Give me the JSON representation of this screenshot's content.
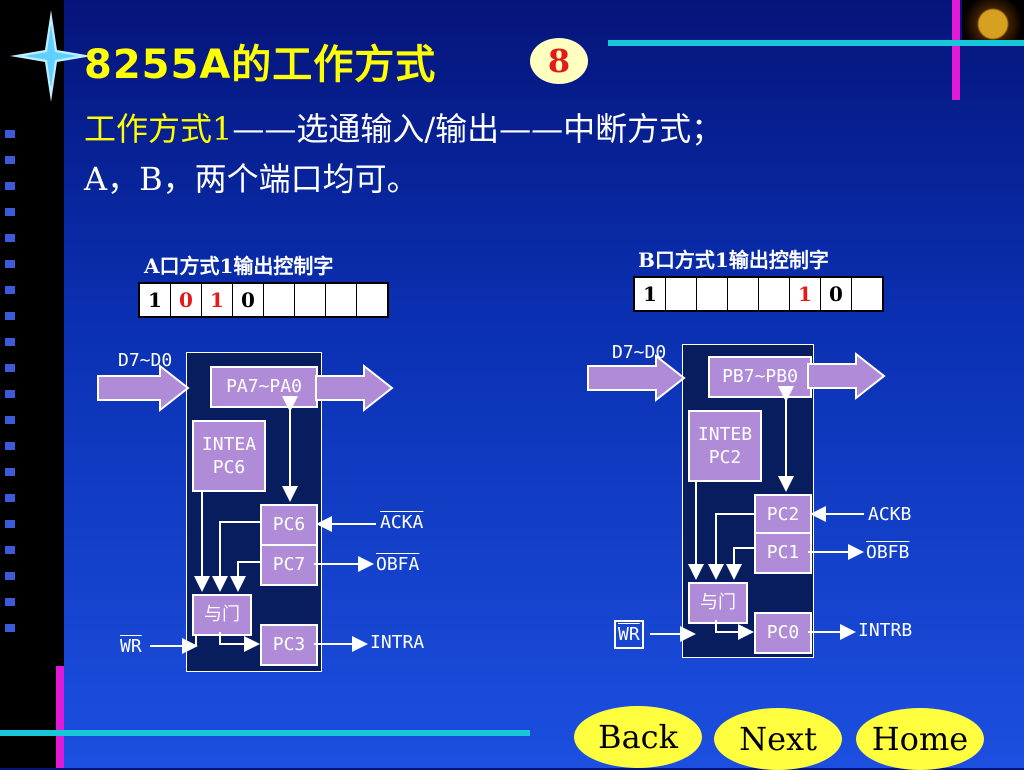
{
  "header": {
    "title": "8255A的工作方式",
    "badge": "8",
    "subtitle_yellow": "工作方式1",
    "subtitle_rest": "——选通输入/输出——中断方式；",
    "line2": "A，B，两个端口均可。"
  },
  "port_a": {
    "cw_label": "A口方式1输出控制字",
    "cw_bits": [
      "1",
      "0",
      "1",
      "0",
      "",
      "",
      "",
      "",
      ""
    ],
    "data_bus": "D7~D0",
    "pa_block": "PA7~PA0",
    "inte_line1": "INTEA",
    "inte_line2": "PC6",
    "pc6": "PC6",
    "pc7": "PC7",
    "and_gate": "与门",
    "pc3": "PC3",
    "ack": "ACKA",
    "obf": "OBFA",
    "intr": "INTRA",
    "wr": "WR"
  },
  "port_b": {
    "cw_label": "B口方式1输出控制字",
    "cw_bits": [
      "1",
      "",
      "",
      "",
      "",
      "1",
      "0",
      "",
      ""
    ],
    "data_bus": "D7~D0",
    "pb_block": "PB7~PB0",
    "inte_line1": "INTEB",
    "inte_line2": "PC2",
    "pc2": "PC2",
    "pc1": "PC1",
    "and_gate": "与门",
    "pc0": "PC0",
    "ack": "ACKB",
    "obf": "OBFB",
    "intr": "INTRB",
    "wr": "WR"
  },
  "nav": {
    "back": "Back",
    "next": "Next",
    "home": "Home"
  },
  "colors": {
    "title_yellow": "#ffff00",
    "block_purple": "#b08cd8",
    "accent_magenta": "#e21ad8",
    "accent_cyan": "#16c8d8",
    "highlight_red": "#e21a1a"
  }
}
